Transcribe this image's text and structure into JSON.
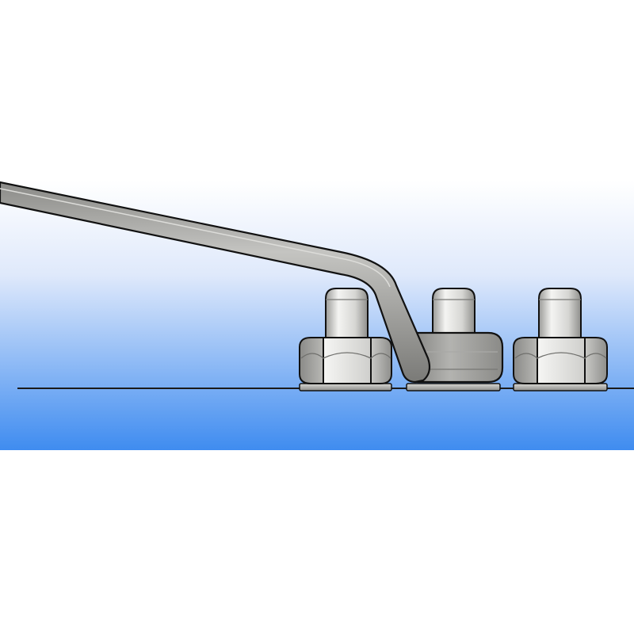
{
  "illustration": {
    "subject": "offset-ring-wrench-on-hex-nuts",
    "nut_count": 3,
    "engaged_nut_index": 1
  },
  "colors": {
    "page_background": "#ffffff",
    "band_top": "#ffffff",
    "band_bottom": "#3f8cf0",
    "outline": "#111111",
    "ground_line": "#1a1a1a",
    "wrench_light": "#b9b9b6",
    "wrench_mid": "#9a9a97",
    "wrench_dark": "#6f6f6c",
    "metal_light": "#f2f2f0",
    "metal_mid": "#c8c8c5",
    "metal_dark": "#8e8e8b"
  }
}
